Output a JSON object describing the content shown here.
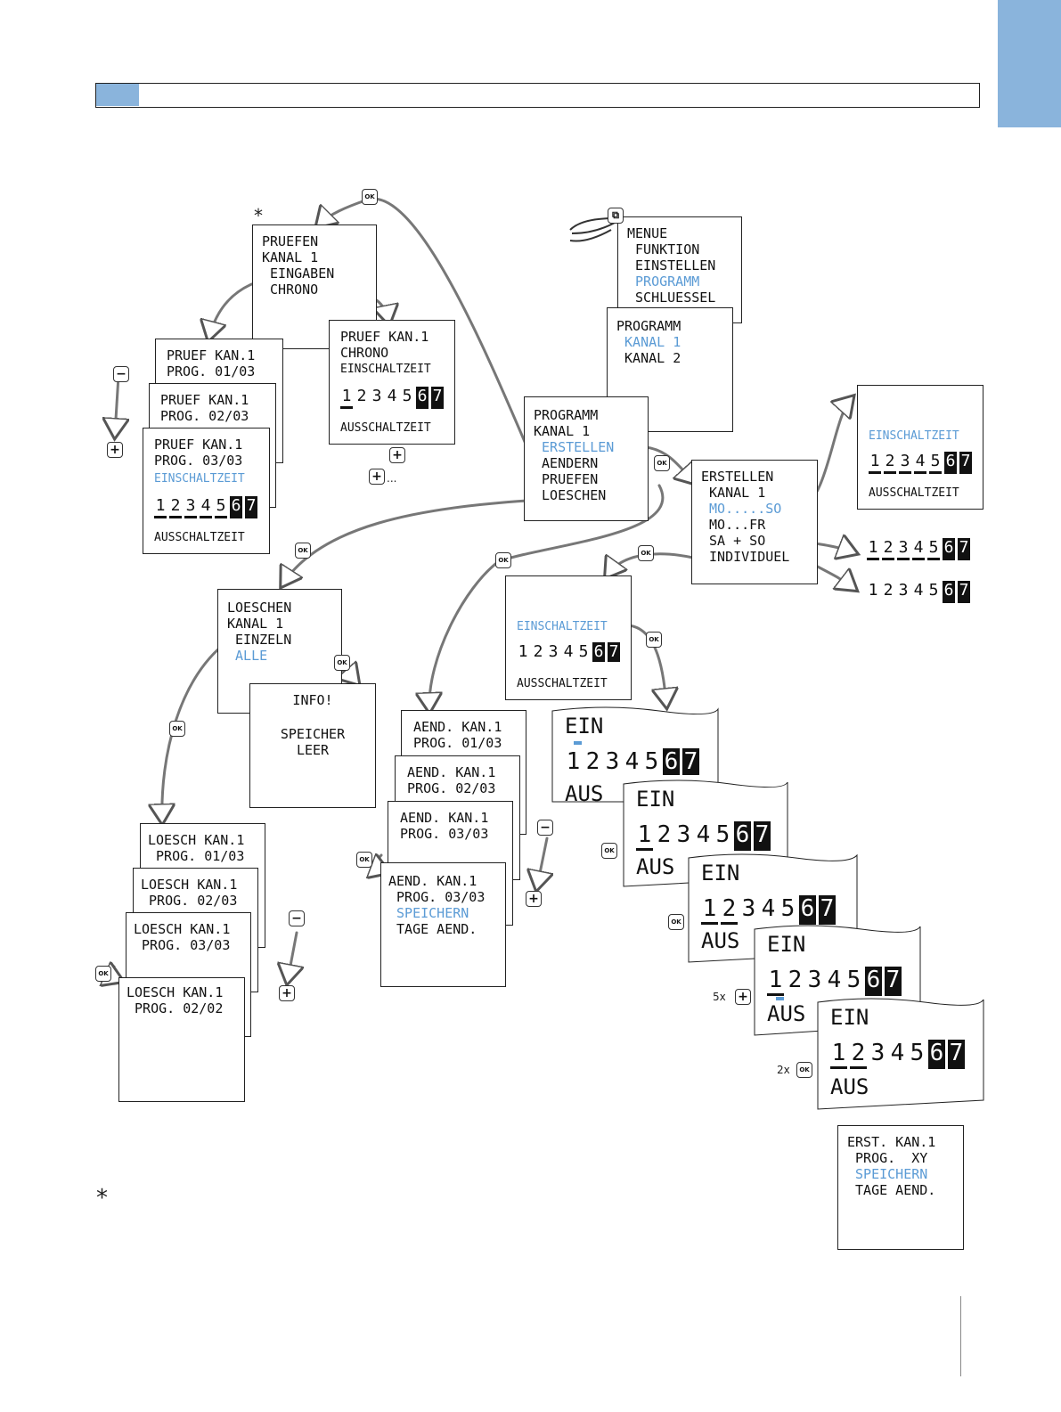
{
  "colors": {
    "accent": "#5b9bd5",
    "tab": "#8ab4dc",
    "ink": "#111111"
  },
  "buttons": {
    "ok": "OK",
    "plus": "+",
    "minus": "−",
    "more": "...",
    "x5": "5x",
    "x2": "2x"
  },
  "asterisk": "*",
  "days": [
    "1",
    "2",
    "3",
    "4",
    "5",
    "6",
    "7"
  ],
  "screens": {
    "menue": [
      "MENUE",
      " FUNKTION",
      " EINSTELLEN",
      " PROGRAMM",
      " SCHLUESSEL"
    ],
    "programm": [
      "PROGRAMM",
      " KANAL 1",
      " KANAL 2"
    ],
    "programm_k1": [
      "PROGRAMM",
      "KANAL 1",
      " ERSTELLEN",
      " AENDERN",
      " PRUEFEN",
      " LOESCHEN"
    ],
    "pruefen": [
      "PRUEFEN",
      "KANAL 1",
      " EINGABEN",
      " CHRONO"
    ],
    "pruef1": [
      "PRUEF KAN.1",
      "PROG. 01/03"
    ],
    "pruef2": [
      "PRUEF KAN.1",
      "PROG. 02/03"
    ],
    "pruef3": [
      "PRUEF KAN.1",
      "PROG. 03/03",
      "EINSCHALTZEIT",
      "AUSSCHALTZEIT"
    ],
    "chrono": [
      "PRUEF KAN.1",
      "CHRONO",
      "EINSCHALTZEIT",
      "AUSSCHALTZEIT"
    ],
    "erstellen": [
      "ERSTELLEN",
      " KANAL 1",
      " MO.....SO",
      " MO...FR",
      " SA + SO",
      " INDIVIDUEL"
    ],
    "einschalt_r": [
      "EINSCHALTZEIT",
      "AUSSCHALTZEIT"
    ],
    "einschalt_m": [
      "EINSCHALTZEIT",
      "AUSSCHALTZEIT"
    ],
    "loeschen": [
      "LOESCHEN",
      "KANAL 1",
      " EINZELN",
      " ALLE"
    ],
    "info": [
      "INFO!",
      "SPEICHER",
      "LEER"
    ],
    "loesch1": [
      "LOESCH KAN.1",
      " PROG. 01/03"
    ],
    "loesch2": [
      "LOESCH KAN.1",
      " PROG. 02/03"
    ],
    "loesch3": [
      "LOESCH KAN.1",
      " PROG. 03/03"
    ],
    "loesch4": [
      "LOESCH KAN.1",
      " PROG. 02/02"
    ],
    "aend1": [
      " AEND. KAN.1",
      " PROG. 01/03"
    ],
    "aend2": [
      " AEND. KAN.1",
      " PROG. 02/03"
    ],
    "aend3": [
      " AEND. KAN.1",
      " PROG. 03/03"
    ],
    "aend4": [
      "AEND. KAN.1",
      " PROG. 03/03",
      " SPEICHERN",
      " TAGE AEND."
    ],
    "ein": [
      "EIN",
      "AUS"
    ],
    "erst": [
      "ERST. KAN.1",
      " PROG.  XY",
      " SPEICHERN",
      " TAGE AEND."
    ]
  }
}
